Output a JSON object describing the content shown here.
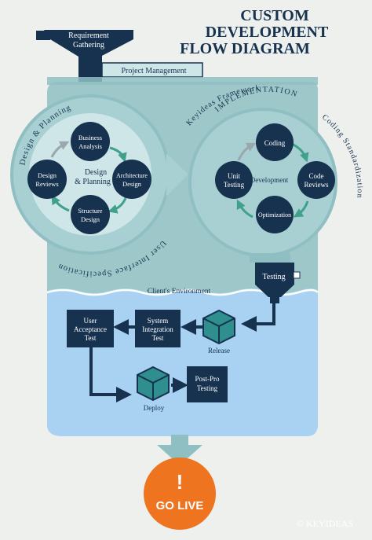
{
  "title": {
    "line1": "CUSTOM",
    "line2": "DEVELOPMENT",
    "line3": "FLOW DIAGRAM"
  },
  "funnel": {
    "label_line1": "Requirement",
    "label_line2": "Gathering"
  },
  "project_management": "Project Management",
  "design_planning": {
    "arc_label": "Design & Planning",
    "bottom_arc_label": "User Interface Specification",
    "center_line1": "Design",
    "center_line2": "& Planning",
    "nodes": [
      {
        "line1": "Business",
        "line2": "Analysis"
      },
      {
        "line1": "Architecture",
        "line2": "Design"
      },
      {
        "line1": "Structure",
        "line2": "Design"
      },
      {
        "line1": "Design",
        "line2": "Reviews"
      }
    ]
  },
  "implementation": {
    "framework_label": "Keyideas Framework",
    "arc_label": "IMPLEMENTATION",
    "side_arc_label": "Coding Standardization",
    "center": "Development",
    "nodes": [
      {
        "line1": "Coding",
        "line2": ""
      },
      {
        "line1": "Code",
        "line2": "Reviews"
      },
      {
        "line1": "Optimization",
        "line2": ""
      },
      {
        "line1": "Unit",
        "line2": "Testing"
      }
    ]
  },
  "testing": "Testing",
  "client_env": {
    "label": "Client's Environment",
    "release": "Release",
    "sit_line1": "System",
    "sit_line2": "Integration",
    "sit_line3": "Test",
    "uat_line1": "User",
    "uat_line2": "Acceptance",
    "uat_line3": "Test",
    "deploy": "Deploy",
    "postpro_line1": "Post-Pro",
    "postpro_line2": "Testing"
  },
  "go_live": {
    "mark": "!",
    "label": "GO LIVE"
  },
  "copyright": "© KEYIDEAS",
  "colors": {
    "navy": "#16324f",
    "teal": "#8fbfc3",
    "teal_light": "#a8d0d3",
    "teal_pale": "#cfe6e8",
    "water": "#a9d2f2",
    "orange": "#ee7420",
    "green_arrow": "#3fa08c"
  }
}
